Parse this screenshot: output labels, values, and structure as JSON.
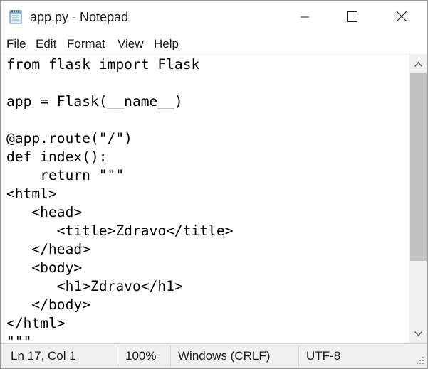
{
  "window": {
    "title": "app.py - Notepad",
    "icon": "notepad-icon"
  },
  "caption_buttons": {
    "minimize": "minimize-icon",
    "maximize": "maximize-icon",
    "close": "close-icon"
  },
  "menu": {
    "file": "File",
    "edit": "Edit",
    "format": "Format",
    "view": "View",
    "help": "Help"
  },
  "editor": {
    "content": "from flask import Flask\n\napp = Flask(__name__)\n\n@app.route(\"/\")\ndef index():\n    return \"\"\"\n<html>\n   <head>\n      <title>Zdravo</title>\n   </head>\n   <body>\n      <h1>Zdravo</h1>\n   </body>\n</html>\n\"\"\""
  },
  "status": {
    "position": "Ln 17, Col 1",
    "zoom": "100%",
    "line_ending": "Windows (CRLF)",
    "encoding": "UTF-8"
  },
  "colors": {
    "scrollbar_track": "#f0f0f0",
    "scrollbar_thumb": "#c2c2c2",
    "statusbar_bg": "#f0f0f0"
  }
}
